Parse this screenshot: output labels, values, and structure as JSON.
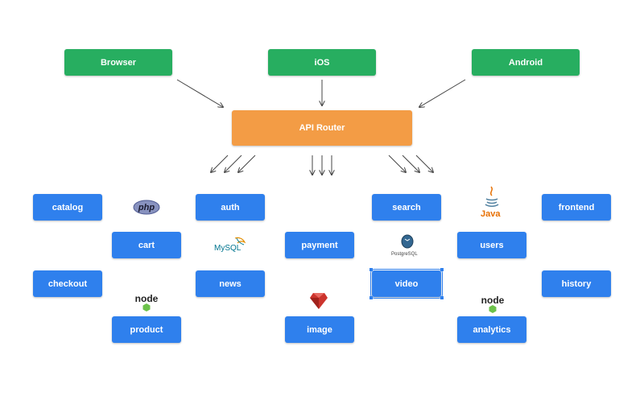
{
  "clients": [
    {
      "id": "browser",
      "label": "Browser"
    },
    {
      "id": "ios",
      "label": "iOS"
    },
    {
      "id": "android",
      "label": "Android"
    }
  ],
  "router": {
    "label": "API Router"
  },
  "services": [
    {
      "id": "catalog",
      "label": "catalog"
    },
    {
      "id": "cart",
      "label": "cart"
    },
    {
      "id": "checkout",
      "label": "checkout"
    },
    {
      "id": "product",
      "label": "product"
    },
    {
      "id": "auth",
      "label": "auth"
    },
    {
      "id": "news",
      "label": "news"
    },
    {
      "id": "payment",
      "label": "payment"
    },
    {
      "id": "image",
      "label": "image"
    },
    {
      "id": "search",
      "label": "search"
    },
    {
      "id": "video",
      "label": "video"
    },
    {
      "id": "users",
      "label": "users"
    },
    {
      "id": "analytics",
      "label": "analytics"
    },
    {
      "id": "frontend",
      "label": "frontend"
    },
    {
      "id": "history",
      "label": "history"
    }
  ],
  "logos": {
    "php": {
      "text": "php"
    },
    "mysql": {
      "text": "MySQL"
    },
    "node1": {
      "text": "node"
    },
    "node2": {
      "text": "node"
    },
    "postgres": {
      "text": "PostgreSQL"
    },
    "java": {
      "text": "Java"
    },
    "ruby": {
      "icon": "ruby-icon"
    }
  },
  "colors": {
    "client": "#27ae60",
    "router": "#f39c45",
    "service": "#2f80ed",
    "arrow": "#444444"
  }
}
